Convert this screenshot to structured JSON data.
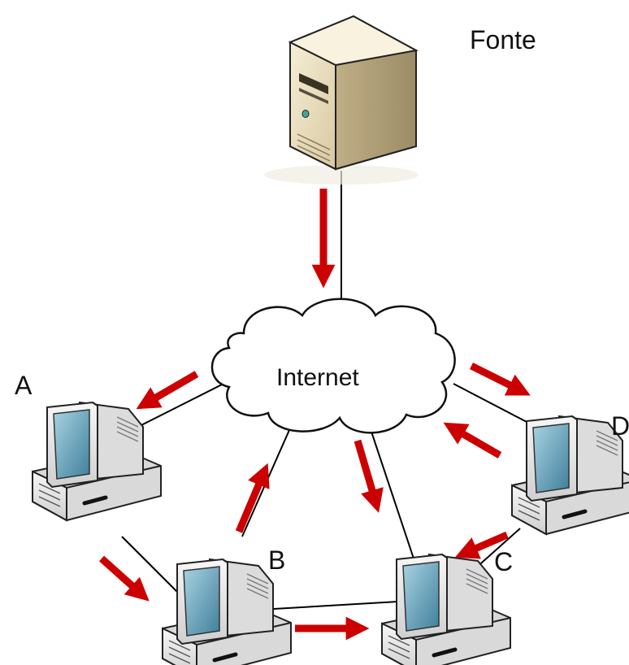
{
  "diagram": {
    "source_label": "Fonte",
    "cloud_label": "Internet",
    "peers": {
      "a": "A",
      "b": "B",
      "c": "C",
      "d": "D"
    }
  },
  "colors": {
    "arrow": "#cc0000",
    "link": "#000000",
    "cloud_fill": "#ffffff",
    "server_body": "#efe4c4",
    "monitor_body": "#e9e9e9",
    "screen": "#6fa8c0"
  },
  "icons": {
    "source": "server-icon",
    "peer": "desktop-computer-icon",
    "cloud": "cloud-icon"
  }
}
